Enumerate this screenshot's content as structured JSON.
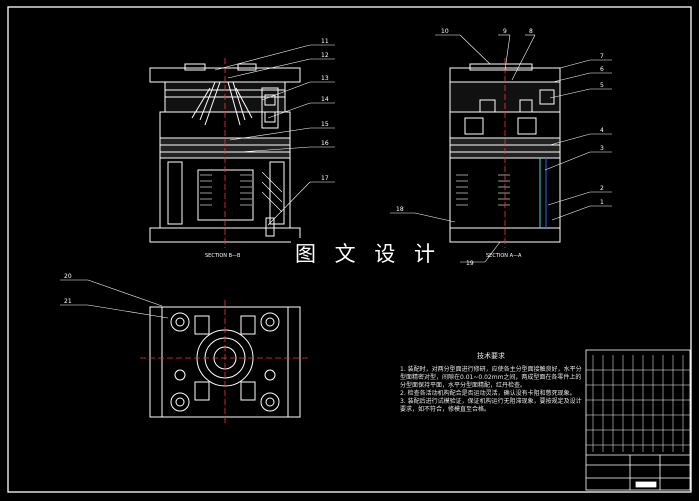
{
  "watermark": "图 文 设 计",
  "views": {
    "left_section_label": "SECTION B—B",
    "right_section_label": "SECTION A—A"
  },
  "callouts_left": [
    "11",
    "12",
    "13",
    "14",
    "15",
    "16",
    "17"
  ],
  "callouts_right": [
    "10",
    "9",
    "8",
    "7",
    "6",
    "5",
    "4",
    "3",
    "2",
    "1",
    "18",
    "19"
  ],
  "callouts_bottom": [
    "20",
    "21"
  ],
  "technical_requirements": {
    "title": "技术要求",
    "items": [
      "1. 装配时，对两分型面进行修研，应使各主分型面接触良好，水平分型面精密对型，间隙在0.01~0.02mm之间，两成型面在各零件上的分型面保持平面，水平分型面精配，红丹检查。",
      "2. 检查各活动机构配合是否运动灵活，确认没有卡阻和憋死现象。",
      "3. 装配后进行试模验证，保证机构运行无阻滞现象，要按规定及设计要求，如不符合，修模直至合格。"
    ]
  },
  "colors": {
    "background": "#000000",
    "line": "#ffffff",
    "accent_red": "#ff3030",
    "accent_blue": "#3060ff",
    "accent_cyan": "#30e0e0"
  }
}
